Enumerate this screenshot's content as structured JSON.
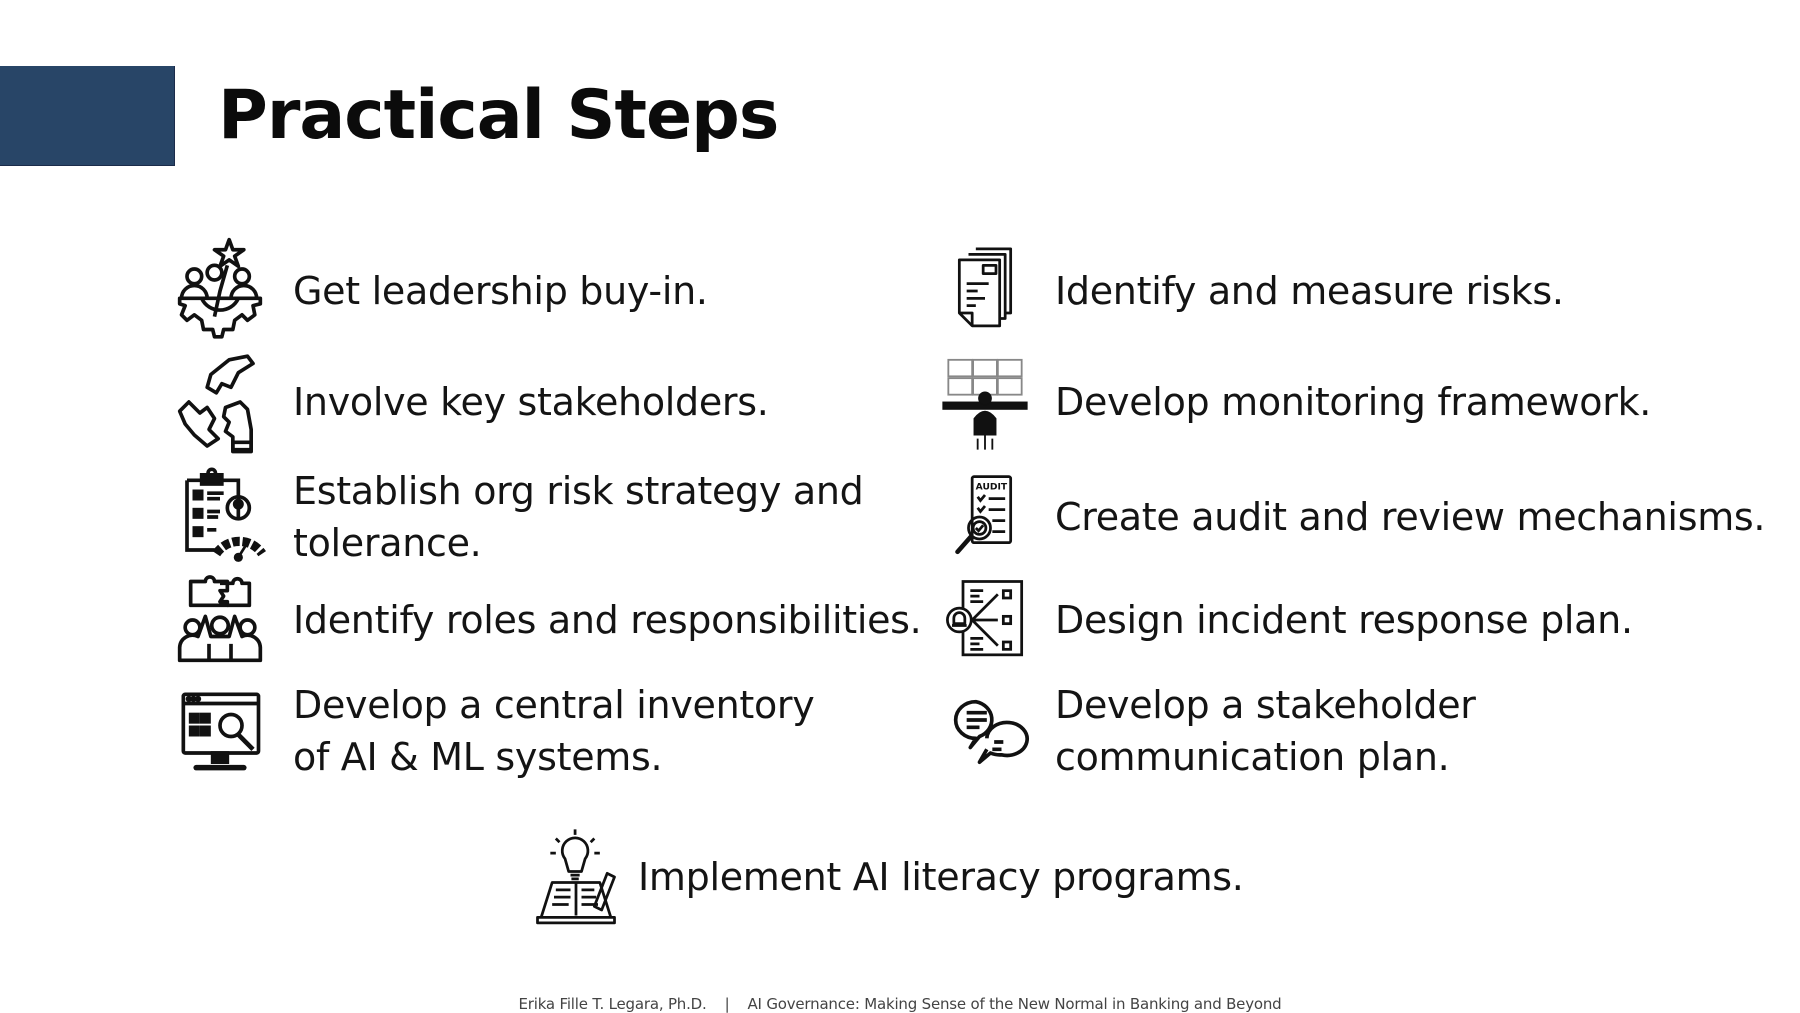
{
  "slide": {
    "title": "Practical Steps",
    "accent_color": "#284567"
  },
  "left_column": [
    {
      "icon": "leadership-gear-icon",
      "lines": [
        "Get leadership buy-in."
      ]
    },
    {
      "icon": "puzzle-hands-icon",
      "lines": [
        "Involve key stakeholders."
      ]
    },
    {
      "icon": "risk-clipboard-gauge-icon",
      "lines": [
        "Establish org risk strategy and",
        "tolerance."
      ]
    },
    {
      "icon": "team-puzzle-icon",
      "lines": [
        "Identify roles and responsibilities."
      ]
    },
    {
      "icon": "inventory-monitor-icon",
      "lines": [
        "Develop a central inventory",
        "of AI & ML systems."
      ]
    }
  ],
  "right_column": [
    {
      "icon": "documents-icon",
      "lines": [
        "Identify and measure risks."
      ]
    },
    {
      "icon": "monitoring-station-icon",
      "lines": [
        "Develop monitoring framework."
      ]
    },
    {
      "icon": "audit-checklist-icon",
      "lines": [
        "Create audit and review mechanisms."
      ]
    },
    {
      "icon": "incident-response-icon",
      "lines": [
        "Design incident response plan."
      ]
    },
    {
      "icon": "chat-bubbles-icon",
      "lines": [
        "Develop a stakeholder",
        "communication plan."
      ]
    }
  ],
  "bottom_item": {
    "icon": "literacy-book-bulb-icon",
    "lines": [
      "Implement AI literacy programs."
    ]
  },
  "footer": {
    "author": "Erika Fille T. Legara, Ph.D.",
    "separator": "|",
    "talk_title": "AI Governance: Making Sense of the New Normal in Banking and Beyond"
  }
}
